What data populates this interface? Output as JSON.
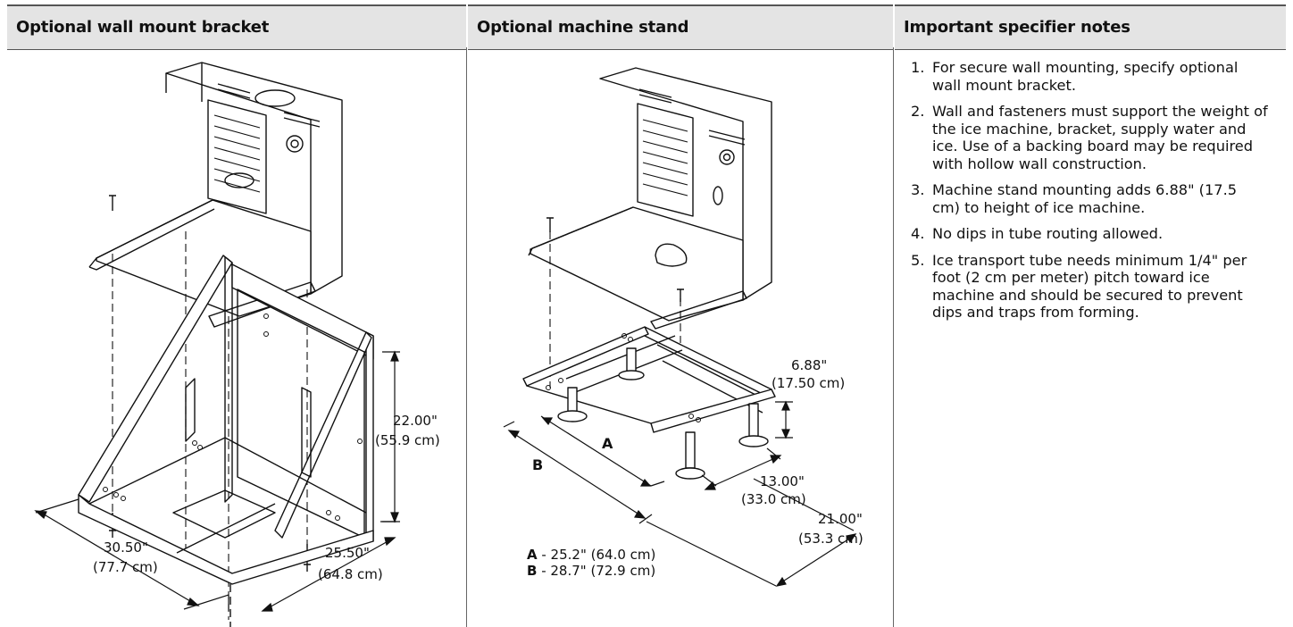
{
  "headers": {
    "bracket": "Optional wall mount bracket",
    "stand": "Optional machine stand",
    "notes": "Important specifier notes"
  },
  "bracket_dims": {
    "height_in": "22.00\"",
    "height_cm": "(55.9 cm)",
    "width_in": "30.50\"",
    "width_cm": "(77.7 cm)",
    "depth_in": "25.50\"",
    "depth_cm": "(64.8 cm)"
  },
  "stand_dims": {
    "height_in": "6.88\"",
    "height_cm": "(17.50 cm)",
    "inner_in": "13.00\"",
    "inner_cm": "(33.0 cm)",
    "outer_in": "21.00\"",
    "outer_cm": "(53.3 cm)",
    "label_a": "A",
    "label_b": "B",
    "key_a_letter": "A",
    "key_a_value": " - 25.2\" (64.0 cm)",
    "key_b_letter": "B",
    "key_b_value": " - 28.7\" (72.9 cm)"
  },
  "notes": [
    {
      "num": "1.",
      "text": "For secure wall mounting, specify optional wall mount bracket."
    },
    {
      "num": "2.",
      "text": "Wall and fasteners must support the weight of the ice machine, bracket, supply water and ice. Use of a backing board may be required with hollow wall construction."
    },
    {
      "num": "3.",
      "text": "Machine stand mounting adds 6.88\" (17.5 cm) to height of ice machine."
    },
    {
      "num": "4.",
      "text": "No dips in tube routing allowed."
    },
    {
      "num": "5.",
      "text": "Ice transport tube needs minimum 1/4\" per foot (2 cm per meter) pitch toward ice machine and should be secured to prevent dips and traps from forming."
    }
  ]
}
